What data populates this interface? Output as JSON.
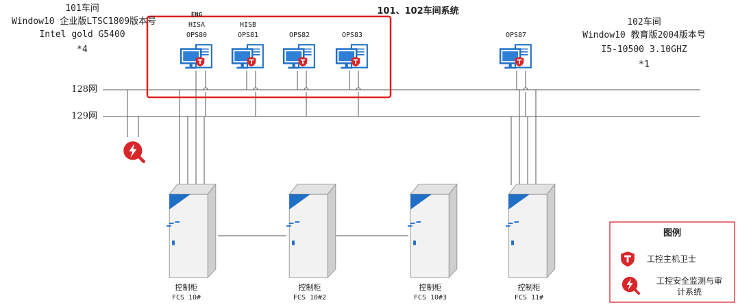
{
  "workshop101": {
    "title": "101车间",
    "os": "Window10 企业版LTSC1809版本号",
    "cpu": "Intel gold G5400",
    "count": "*4"
  },
  "workshop102": {
    "title": "102车间",
    "os": "Window10 教育版2004版本号",
    "cpu": "I5-10500 3.10GHZ",
    "count": "*1"
  },
  "system_title": "101、102车间系统",
  "networks": {
    "net128": "128网",
    "net129": "129网"
  },
  "stations": [
    {
      "pre1": "ENG",
      "pre2": "HISA",
      "label": "OPS80"
    },
    {
      "pre1": "",
      "pre2": "HISB",
      "label": "OPS81"
    },
    {
      "pre1": "",
      "pre2": "",
      "label": "OPS82"
    },
    {
      "pre1": "",
      "pre2": "",
      "label": "OPS83"
    },
    {
      "pre1": "",
      "pre2": "",
      "label": "OPS87"
    }
  ],
  "cabinets": [
    {
      "name": "控制柜",
      "code": "FCS 10#"
    },
    {
      "name": "控制柜",
      "code": "FCS 10#2"
    },
    {
      "name": "控制柜",
      "code": "FCS 10#3"
    },
    {
      "name": "控制柜",
      "code": "FCS 11#"
    }
  ],
  "legend": {
    "title": "图例",
    "item1": "工控主机卫士",
    "item2_line1": "工控安全监测与审",
    "item2_line2": "计系统"
  },
  "colors": {
    "red": "#d9262b",
    "blue": "#1f6fc5",
    "line": "#555555"
  }
}
